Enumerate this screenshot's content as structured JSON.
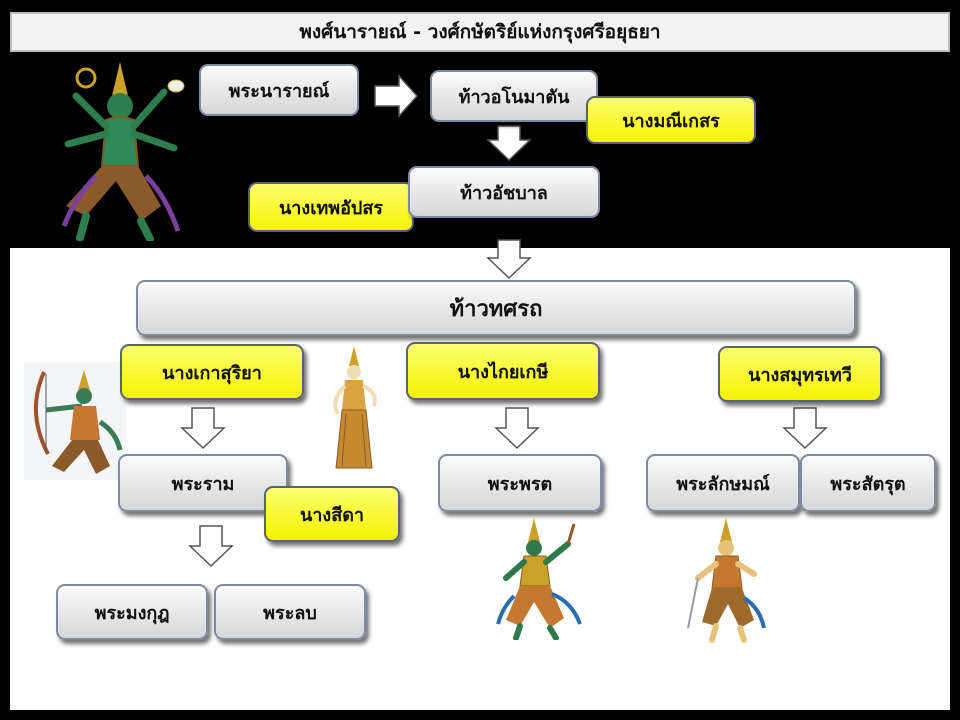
{
  "title": "พงศ์นารายณ์ - วงศ์กษัตริย์แห่งกรุงศรีอยุธยา",
  "people": {
    "phra_narai": "พระนารายณ์",
    "thao_anomatan": "ท้าวอโนมาตัน",
    "nang_manikeson": "นางมณีเกสร",
    "thao_atchaban": "ท้าวอัชบาล",
    "nang_thepamorasot": "นางเทพอัปสร",
    "thao_thotsarot": "ท้าวทศรถ",
    "nang_kaosuriya": "นางเกาสุริยา",
    "nang_kaiyakesi": "นางไกยเกษี",
    "nang_samutthewi": "นางสมุทรเทวี",
    "phra_ram": "พระราม",
    "nang_sida": "นางสีดา",
    "phra_phrot": "พระพรต",
    "phra_lak": "พระลักษมณ์",
    "phra_satrut": "พระสัตรุต",
    "phra_mongkut": "พระมงกุฎ",
    "phra_lop": "พระลบ"
  },
  "colors": {
    "spouse_fill": "#f6f200",
    "member_fill": "#e6e6e6",
    "arrow_fill": "#ffffff"
  },
  "illustrations": [
    "narai-deity-figure",
    "archer-warrior-figure",
    "sida-figure",
    "green-warrior-figure",
    "golden-warrior-figure"
  ]
}
